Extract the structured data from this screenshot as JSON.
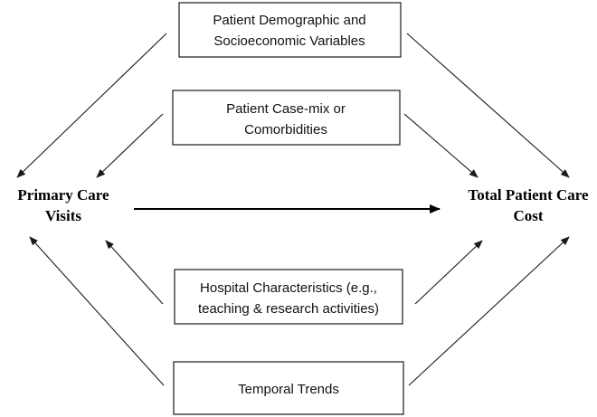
{
  "nodes": {
    "primary_care": {
      "line1": "Primary Care",
      "line2": "Visits"
    },
    "total_cost": {
      "line1": "Total Patient Care",
      "line2": "Cost"
    }
  },
  "boxes": {
    "demographic": {
      "line1": "Patient Demographic and",
      "line2": "Socioeconomic Variables"
    },
    "casemix": {
      "line1": "Patient Case-mix or",
      "line2": "Comorbidities"
    },
    "hospital": {
      "line1": "Hospital Characteristics (e.g.,",
      "line2": "teaching & research activities)"
    },
    "temporal": {
      "line1": "Temporal Trends"
    }
  },
  "colors": {
    "stroke": "#1a1a1a",
    "background": "#ffffff"
  }
}
